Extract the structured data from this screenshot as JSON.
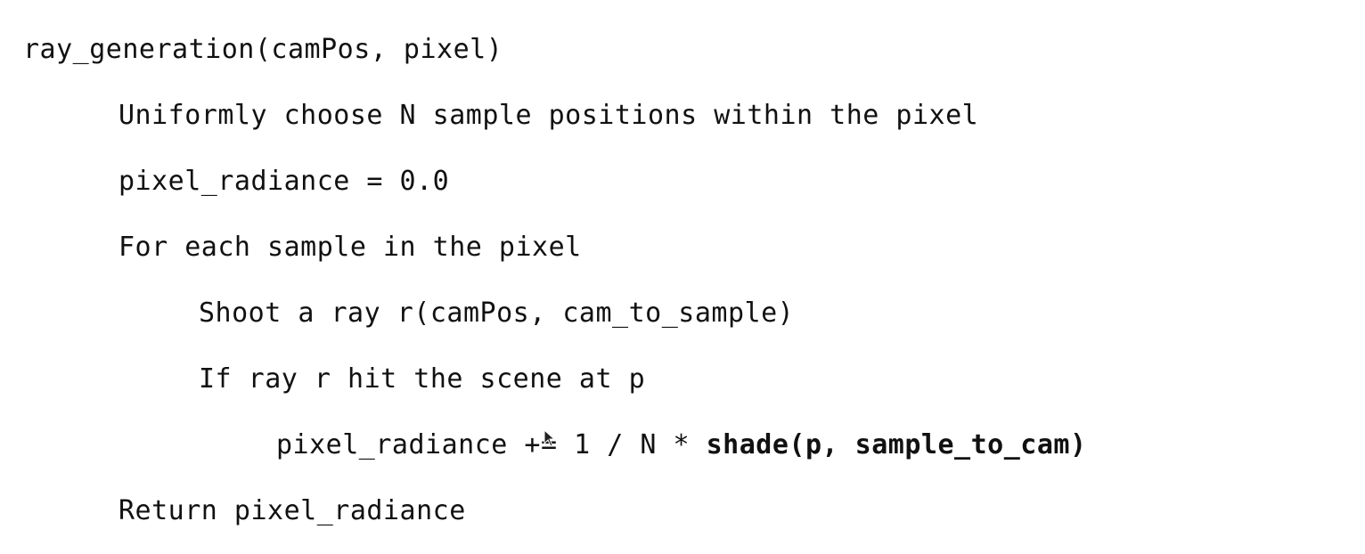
{
  "lines": [
    {
      "text": "ray_generation(camPos, pixel)"
    },
    {
      "text": "Uniformly choose N sample positions within the pixel"
    },
    {
      "text": "pixel_radiance = 0.0"
    },
    {
      "text": "For each sample in the pixel"
    },
    {
      "text": "Shoot a ray r(camPos, cam_to_sample)"
    },
    {
      "text": "If ray r hit the scene at p"
    },
    {
      "text": "pixel_radiance += 1 / N * ",
      "bold_text": "shade(p, sample_to_cam)"
    },
    {
      "text": "Return pixel_radiance"
    }
  ]
}
